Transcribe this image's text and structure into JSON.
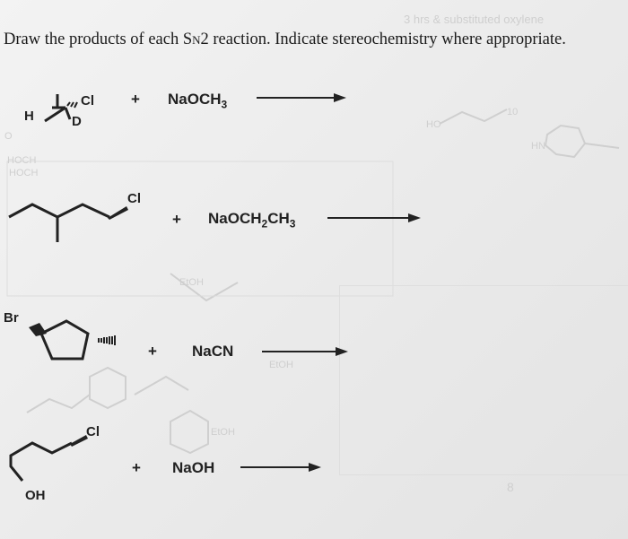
{
  "instruction": {
    "text_before": "Draw the products of each S",
    "subscript": "N",
    "text_after": "2 reaction. Indicate stereochemistry where appropriate."
  },
  "reactions": [
    {
      "substrate_atoms": {
        "cl": "Cl",
        "h": "H",
        "d": "D"
      },
      "plus": "+",
      "reagent": "NaOCH3",
      "reagent_base": "NaOCH",
      "reagent_sub": "3"
    },
    {
      "substrate_atoms": {
        "cl": "Cl"
      },
      "plus": "+",
      "reagent_base": "NaOCH",
      "reagent_sub1": "2",
      "reagent_mid": "CH",
      "reagent_sub2": "3"
    },
    {
      "substrate_atoms": {
        "br": "Br"
      },
      "plus": "+",
      "reagent": "NaCN"
    },
    {
      "substrate_atoms": {
        "cl": "Cl",
        "oh": "OH"
      },
      "plus": "+",
      "reagent": "NaOH"
    }
  ],
  "colors": {
    "ink": "#222222",
    "paper": "#efefef",
    "bleed_through": "#c9c9c9"
  }
}
